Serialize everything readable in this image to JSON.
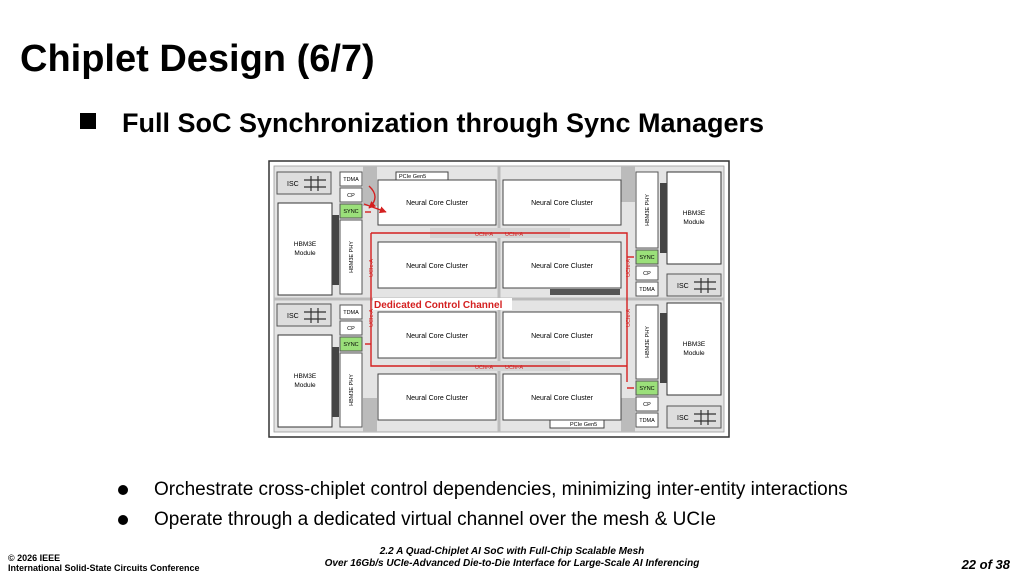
{
  "slide": {
    "title": "Chiplet Design (6/7)",
    "subtitle": "Full SoC Synchronization through Sync Managers",
    "bullets": [
      "Orchestrate cross-chiplet control dependencies, minimizing inter-entity interactions",
      "Operate through a dedicated virtual channel over the mesh & UCIe"
    ]
  },
  "diagram": {
    "isc": "ISC",
    "tdma": "TDMA",
    "cp": "CP",
    "sync": "SYNC",
    "hbm_module": [
      "HBM3E",
      "Module"
    ],
    "hbm_phy": "HBM3E PHY",
    "neural": "Neural Core Cluster",
    "pcie": "PCIe Gen5",
    "ucie": "UCIe-A",
    "ucie_h": "UCIe-A",
    "channel": "Dedicated Control Channel",
    "colors": {
      "sync": "#9be07a",
      "channel": "#d42020",
      "die": "#e4e4e4"
    }
  },
  "footer": {
    "copyright": "© 2026 IEEE",
    "conference": "International Solid-State Circuits Conference",
    "paper_line1": "2.2 A Quad-Chiplet AI SoC with Full-Chip Scalable Mesh",
    "paper_line2": "Over 16Gb/s UCIe-Advanced Die-to-Die Interface for Large-Scale AI Inferencing",
    "page": "22 of 38"
  }
}
